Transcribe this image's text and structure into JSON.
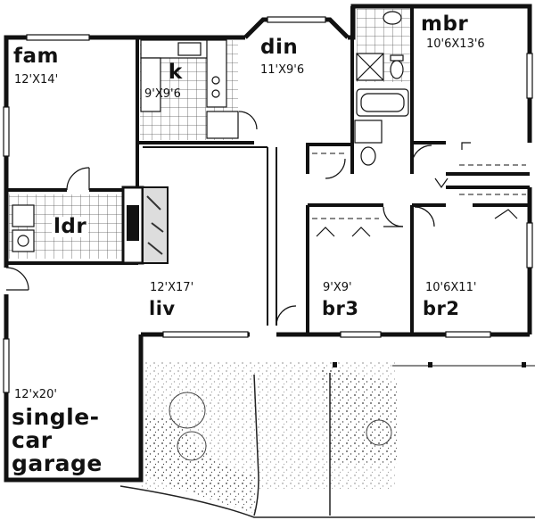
{
  "plan": {
    "rooms": {
      "fam": {
        "name": "fam",
        "dim": "12'X14'"
      },
      "k": {
        "name": "k",
        "dim": "9'X9'6"
      },
      "din": {
        "name": "din",
        "dim": "11'X9'6"
      },
      "mbr": {
        "name": "mbr",
        "dim": "10'6X13'6"
      },
      "ldr": {
        "name": "ldr"
      },
      "liv": {
        "name": "liv",
        "dim": "12'X17'"
      },
      "br3": {
        "name": "br3",
        "dim": "9'X9'"
      },
      "br2": {
        "name": "br2",
        "dim": "10'6X11'"
      },
      "garage": {
        "name_line1": "single-",
        "name_line2": "car",
        "name_line3": "garage",
        "dim": "12'x20'"
      }
    },
    "colors": {
      "wall": "#111111",
      "tile": "#555555",
      "landscape": "#333333",
      "background": "#ffffff"
    }
  }
}
